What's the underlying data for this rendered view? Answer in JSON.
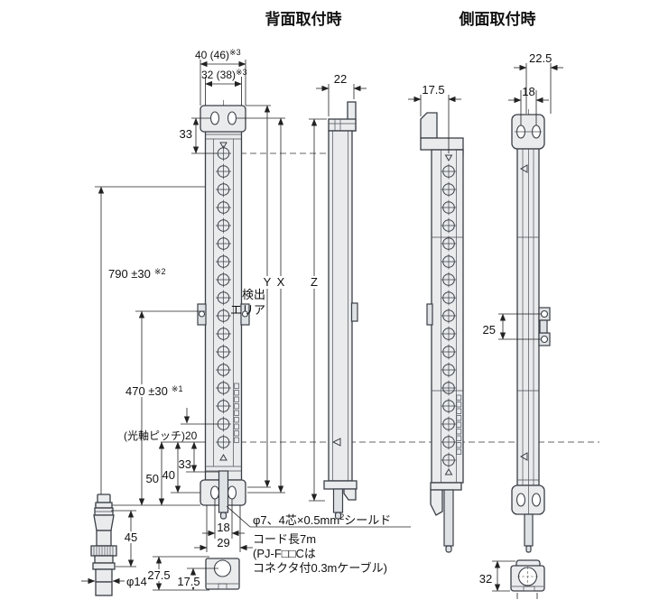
{
  "titles": {
    "back": "背面取付時",
    "side": "側面取付時"
  },
  "backFront": {
    "wOuter": "40 (46)",
    "wOuterNote": "※3",
    "wInner": "32 (38)",
    "wInnerNote": "※3",
    "top33": "33",
    "len790": "790 ±30",
    "len790Note": "※2",
    "len470": "470 ±30",
    "len470Note": "※1",
    "pitch": "(光軸ピッチ)20",
    "det1": "検出",
    "det2": "エリア",
    "labelY": "Y",
    "labelX": "X",
    "labelZ": "Z",
    "b33": "33",
    "b40": "40",
    "b50": "50",
    "cable18": "18",
    "cable29": "29"
  },
  "backProfile": {
    "w22": "22"
  },
  "cableNote": {
    "l1": "φ7、4芯×0.5mm",
    "l1sup": "2",
    "l1b": "シールド",
    "l2": "コード長7m",
    "l3": "(PJ-F□□Cは",
    "l4": "コネクタ付0.3mケーブル)"
  },
  "connector": {
    "h45": "45",
    "d14": "φ14"
  },
  "backSection": {
    "d275": "27.5",
    "d175": "17.5"
  },
  "sideFront": {
    "d175": "17.5"
  },
  "sideBack": {
    "w225": "22.5",
    "w18": "18",
    "p25": "25"
  },
  "sideSection": {
    "h32": "32"
  }
}
